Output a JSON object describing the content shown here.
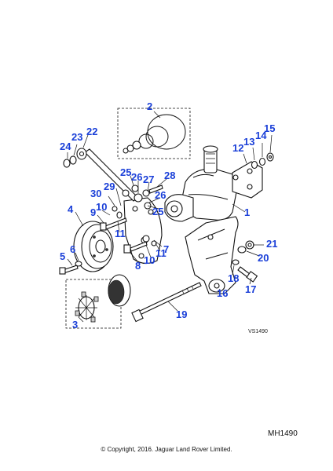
{
  "diagram": {
    "callouts": {
      "c1": "1",
      "c2": "2",
      "c3": "3",
      "c4": "4",
      "c5": "5",
      "c6": "6",
      "c7": "7",
      "c8": "8",
      "c9": "9",
      "c10a": "10",
      "c10b": "10",
      "c11a": "11",
      "c11b": "11",
      "c12": "12",
      "c13": "13",
      "c14": "14",
      "c15": "15",
      "c16": "16",
      "c17": "17",
      "c18": "18",
      "c19": "19",
      "c20": "20",
      "c21": "21",
      "c22": "22",
      "c23": "23",
      "c24": "24",
      "c25a": "25",
      "c25b": "25",
      "c26a": "26",
      "c26b": "26",
      "c27": "27",
      "c28": "28",
      "c29": "29",
      "c30": "30"
    },
    "reference_code": "VS1490",
    "drawing_code": "MH1490",
    "copyright": "© Copyright, 2016. Jaguar Land Rover Limited."
  }
}
